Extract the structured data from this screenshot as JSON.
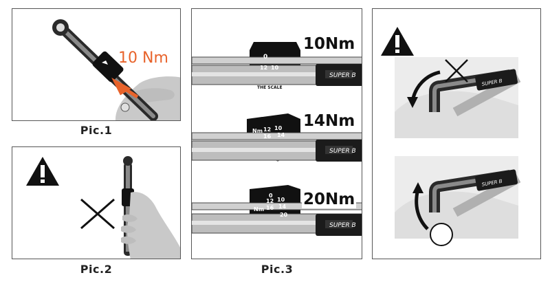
{
  "panels": {
    "pic1": {
      "caption": "Pic.1",
      "torque_label": "10 Nm"
    },
    "pic2": {
      "caption": "Pic.2"
    },
    "pic3": {
      "caption": "Pic.3",
      "settings": [
        {
          "label": "10Nm",
          "scale_marks": [
            "0",
            "12",
            "10"
          ]
        },
        {
          "label": "14Nm",
          "scale_marks": [
            "Nm",
            "12",
            "10",
            "16",
            "14"
          ]
        },
        {
          "label": "20Nm",
          "scale_marks": [
            "0",
            "Nm",
            "12",
            "10",
            "16",
            "14",
            "20"
          ]
        }
      ],
      "brand": "SUPER B",
      "scale_text": "THE SCALE"
    },
    "pic4": {
      "brand": "SUPER B"
    }
  },
  "colors": {
    "accent_orange": "#e8632b",
    "warning_black": "#111111",
    "hand_gray": "#c9c9c9",
    "tool_dark": "#2a2a2a"
  },
  "icons": [
    "warning-triangle-icon",
    "cross-mark-icon",
    "circle-ok-icon",
    "rotation-arrow-icon"
  ]
}
